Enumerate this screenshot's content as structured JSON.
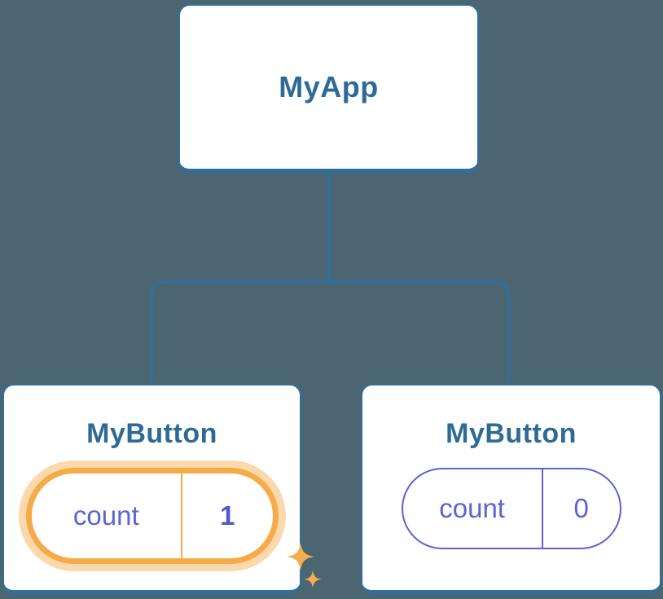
{
  "diagram": {
    "description": "React component tree with state",
    "colors": {
      "background": "#4b6671",
      "node_stroke": "#2f6f9e",
      "node_title_text": "#2d6b96",
      "state_text": "#5c63d2",
      "highlight_orange": "#f6ab49",
      "highlight_halo": "#fbd9a6",
      "sparkle": "#f6ad4d",
      "node_fill": "#ffffff"
    },
    "tree": {
      "root": {
        "label": "MyApp"
      },
      "children": [
        {
          "label": "MyButton",
          "state": {
            "key": "count",
            "value": "1"
          },
          "highlighted": true,
          "icon": "sparkles-icon"
        },
        {
          "label": "MyButton",
          "state": {
            "key": "count",
            "value": "0"
          },
          "highlighted": false
        }
      ]
    }
  }
}
